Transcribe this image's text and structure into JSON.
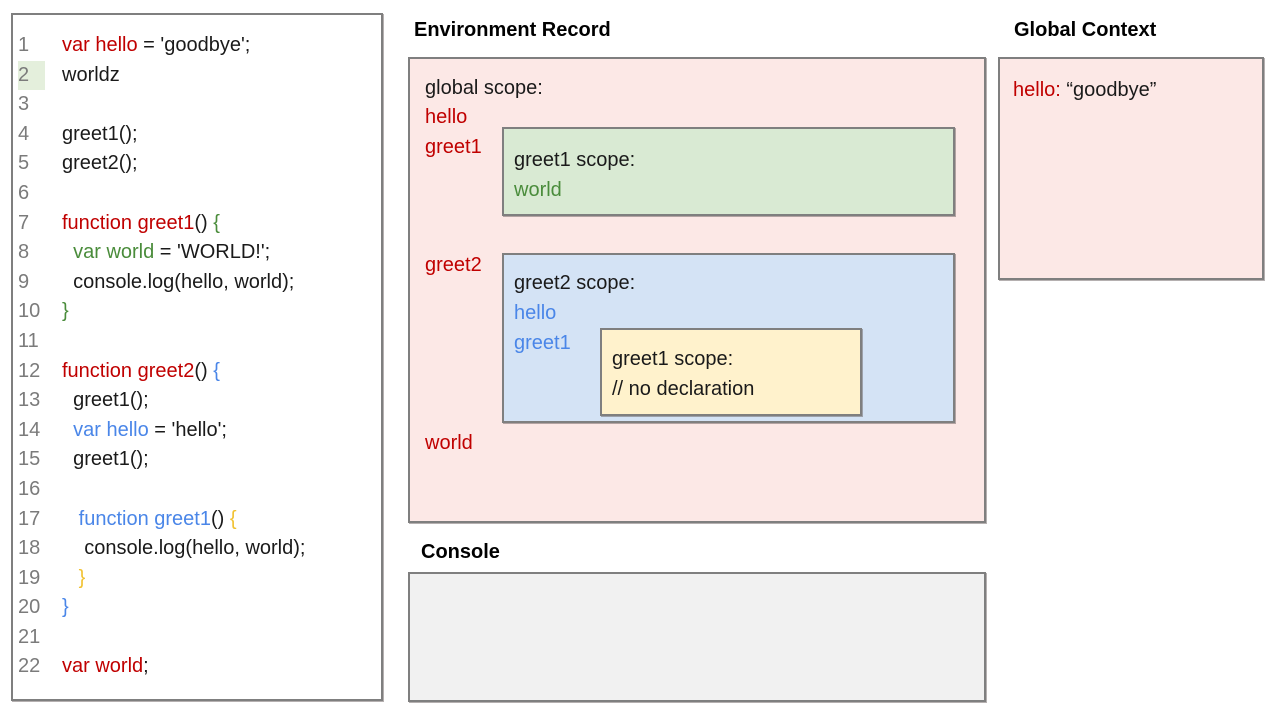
{
  "colors": {
    "box-pink": "#fce8e6",
    "box-green": "#d9ead3",
    "box-blue": "#d4e3f5",
    "box-yellow": "#fff2cc",
    "console-bg": "#f1f1f1",
    "tok-red": "#c00000",
    "tok-green": "#4a8c3b",
    "tok-blue": "#4a86e8",
    "tok-yellow": "#f1c232",
    "tok-black": "#1a1a1a",
    "line-number": "#7b7b7b",
    "gutter-highlight": "#e4efdc",
    "border-gray": "#7f7f7f"
  },
  "code_panel": {
    "lines": [
      {
        "n": "1",
        "tokens": [
          {
            "c": "red",
            "t": "var hello"
          },
          {
            "c": "black",
            "t": " = 'goodbye';"
          }
        ]
      },
      {
        "n": "2",
        "highlight": true,
        "tokens": [
          {
            "c": "black",
            "t": "worldz"
          }
        ]
      },
      {
        "n": "3",
        "tokens": []
      },
      {
        "n": "4",
        "tokens": [
          {
            "c": "black",
            "t": "greet1();"
          }
        ]
      },
      {
        "n": "5",
        "tokens": [
          {
            "c": "black",
            "t": "greet2();"
          }
        ]
      },
      {
        "n": "6",
        "tokens": []
      },
      {
        "n": "7",
        "tokens": [
          {
            "c": "red",
            "t": "function greet1"
          },
          {
            "c": "black",
            "t": "() "
          },
          {
            "c": "green",
            "t": "{"
          }
        ]
      },
      {
        "n": "8",
        "tokens": [
          {
            "c": "green",
            "t": "  var world"
          },
          {
            "c": "black",
            "t": " = 'WORLD!';"
          }
        ]
      },
      {
        "n": "9",
        "tokens": [
          {
            "c": "black",
            "t": "  console.log(hello, world);"
          }
        ]
      },
      {
        "n": "10",
        "tokens": [
          {
            "c": "green",
            "t": "}"
          }
        ]
      },
      {
        "n": "11",
        "tokens": []
      },
      {
        "n": "12",
        "tokens": [
          {
            "c": "red",
            "t": "function greet2"
          },
          {
            "c": "black",
            "t": "() "
          },
          {
            "c": "blue",
            "t": "{"
          }
        ]
      },
      {
        "n": "13",
        "tokens": [
          {
            "c": "black",
            "t": "  greet1();"
          }
        ]
      },
      {
        "n": "14",
        "tokens": [
          {
            "c": "blue",
            "t": "  var hello"
          },
          {
            "c": "black",
            "t": " = 'hello';"
          }
        ]
      },
      {
        "n": "15",
        "tokens": [
          {
            "c": "black",
            "t": "  greet1();"
          }
        ]
      },
      {
        "n": "16",
        "tokens": []
      },
      {
        "n": "17",
        "tokens": [
          {
            "c": "blue",
            "t": "   function greet1"
          },
          {
            "c": "black",
            "t": "() "
          },
          {
            "c": "yellow",
            "t": "{"
          }
        ]
      },
      {
        "n": "18",
        "tokens": [
          {
            "c": "black",
            "t": "    console.log(hello, world);"
          }
        ]
      },
      {
        "n": "19",
        "tokens": [
          {
            "c": "yellow",
            "t": "   }"
          }
        ]
      },
      {
        "n": "20",
        "tokens": [
          {
            "c": "blue",
            "t": "}"
          }
        ]
      },
      {
        "n": "21",
        "tokens": []
      },
      {
        "n": "22",
        "tokens": [
          {
            "c": "red",
            "t": "var world"
          },
          {
            "c": "black",
            "t": ";"
          }
        ]
      }
    ]
  },
  "environment_record": {
    "title": "Environment Record",
    "global_scope_label": "global scope:",
    "var_hello": "hello",
    "var_greet1": "greet1",
    "var_greet2": "greet2",
    "var_world": "world",
    "greet1_scope": {
      "label": "greet1 scope:",
      "var_world": "world"
    },
    "greet2_scope": {
      "label": "greet2 scope:",
      "var_hello": "hello",
      "var_greet1": "greet1",
      "inner_greet1_scope": {
        "label": "greet1 scope:",
        "comment": "// no declaration"
      }
    }
  },
  "global_context": {
    "title": "Global Context",
    "entry_key": "hello:",
    "entry_value": "“goodbye”"
  },
  "console": {
    "title": "Console"
  }
}
